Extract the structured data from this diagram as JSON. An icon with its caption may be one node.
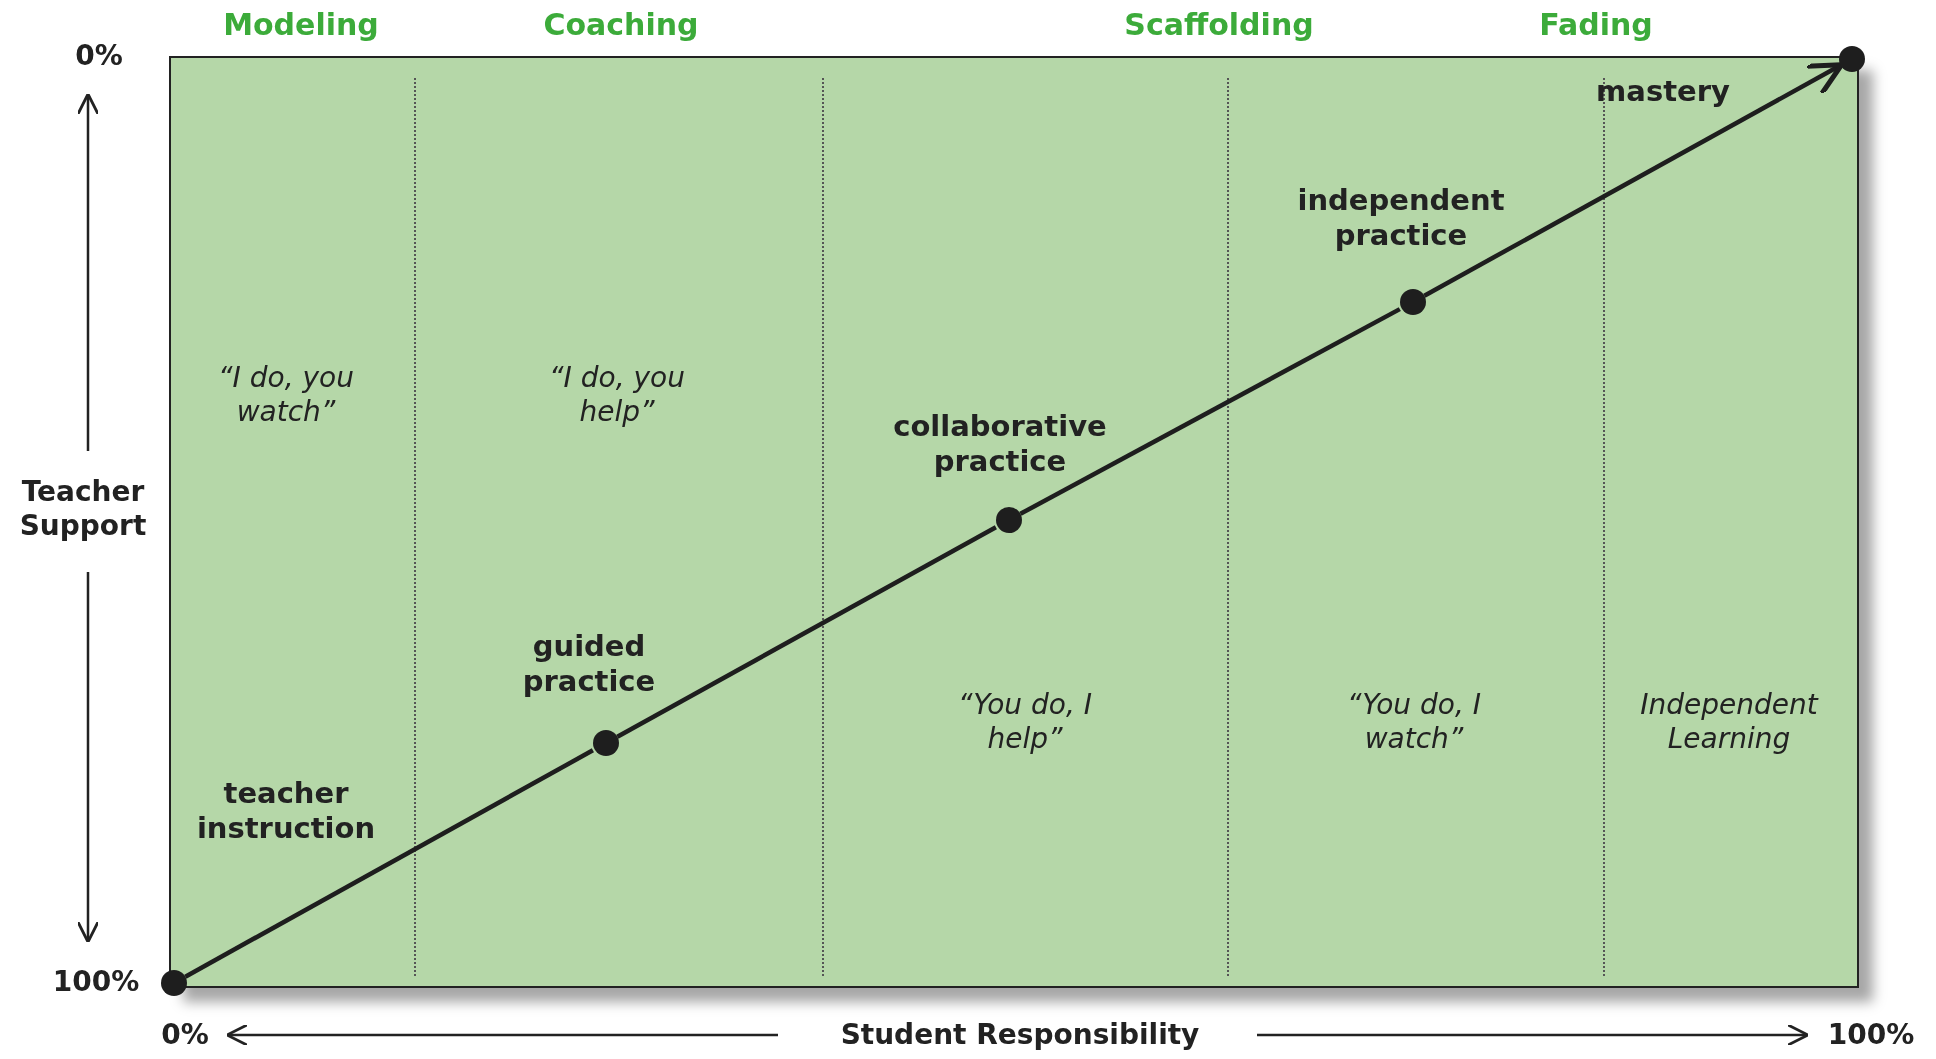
{
  "diagram": {
    "nodes": [
      {
        "text": [],
        "shape": "circle"
      },
      {
        "text": [],
        "shape": "circle",
        "beside": [
          "guided practice"
        ]
      },
      {
        "text": [],
        "shape": "circle",
        "beside": [
          "collaborative practice"
        ]
      },
      {
        "text": [],
        "shape": "circle",
        "beside": [
          "independent practice"
        ]
      },
      {
        "text": [],
        "shape": "circle",
        "beside": [
          "mastery"
        ]
      }
    ],
    "edges": [
      {
        "from": 0,
        "to": 1,
        "arrow": "none"
      },
      {
        "from": 1,
        "to": 2,
        "arrow": "none"
      },
      {
        "from": 2,
        "to": 3,
        "arrow": "none"
      },
      {
        "from": 3,
        "to": 4,
        "arrow": "to"
      }
    ],
    "labels": [
      "Modeling",
      "Coaching",
      "Scaffolding",
      "Fading",
      "0%",
      "“I do, you watch”",
      "“I do, you help”",
      "Teacher Support",
      "teacher instruction",
      "“You do, I help”",
      "“You do, I watch”",
      "Independent Learning",
      "100%",
      "0%",
      "Student Responsibility",
      "100%"
    ]
  }
}
